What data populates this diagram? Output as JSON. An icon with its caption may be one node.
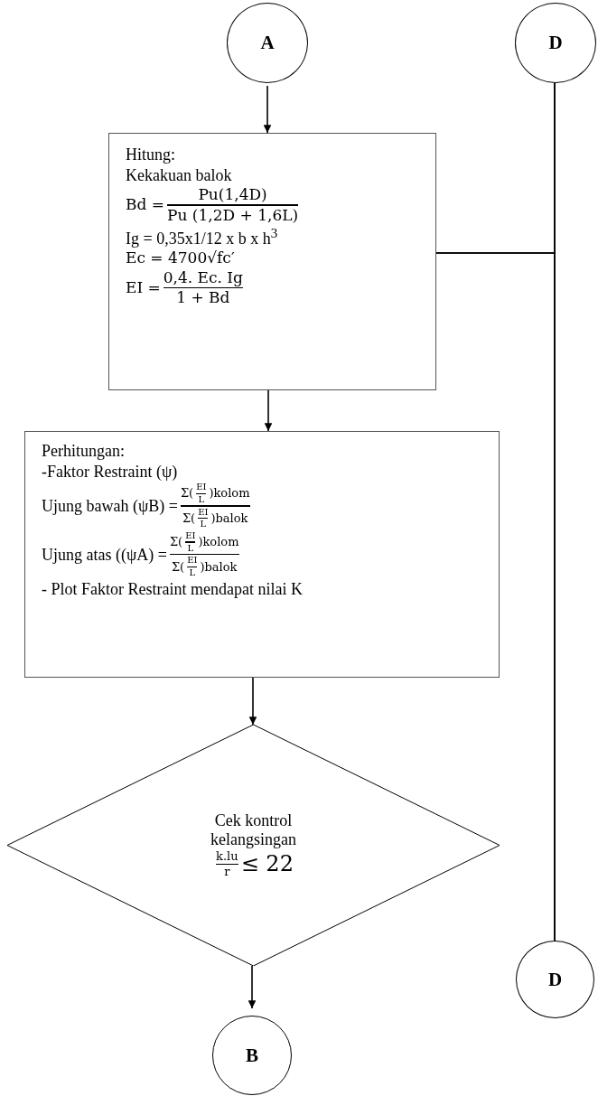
{
  "diagram": {
    "nodes": [
      {
        "text": [
          "A"
        ]
      },
      {
        "text": [
          "D"
        ]
      },
      {
        "text": [
          "Hitung:",
          "Kekakuan balok",
          "Bd =",
          "Pu(1,4D)",
          "Pu (1,2D + 1,6L)",
          "Ig = 0,35x1/12 x b x h$^{3}$",
          "Ec = 4700√fc′",
          "EI =",
          "0,4. Ec. Ig",
          "1 + Bd"
        ]
      },
      {
        "text": [
          "Perhitungan:",
          "-Faktor Restraint (ψ)",
          "Ujung bawah (ψB) =",
          "Σ(",
          "EI",
          "L",
          ")kolom",
          "Σ(",
          "EI",
          "L",
          ")balok",
          "Ujung atas ((ψA) =",
          "Σ(",
          "EI",
          "L",
          ")kolom",
          "Σ(",
          "EI",
          "L",
          ")balok",
          "- Plot Faktor Restraint mendapat nilai K"
        ]
      },
      {
        "text": [
          "Cek kontrol kelangsingan",
          "k.lu",
          "r",
          "≤ 22"
        ]
      },
      {
        "text": [
          "B"
        ]
      },
      {
        "text": [
          "D"
        ]
      }
    ],
    "edges": [
      {
        "from": 0,
        "to": 2,
        "arrow": "to"
      },
      {
        "from": 2,
        "to": 3,
        "arrow": "to"
      },
      {
        "from": 3,
        "to": 4,
        "arrow": "to"
      },
      {
        "from": 4,
        "to": 5,
        "arrow": "to"
      },
      {
        "from": 1,
        "to": 6,
        "arrow": "none"
      },
      {
        "from": 2,
        "to": 1,
        "arrow": "none"
      },
      {
        "from": 2,
        "to": 6,
        "arrow": "none"
      }
    ]
  }
}
